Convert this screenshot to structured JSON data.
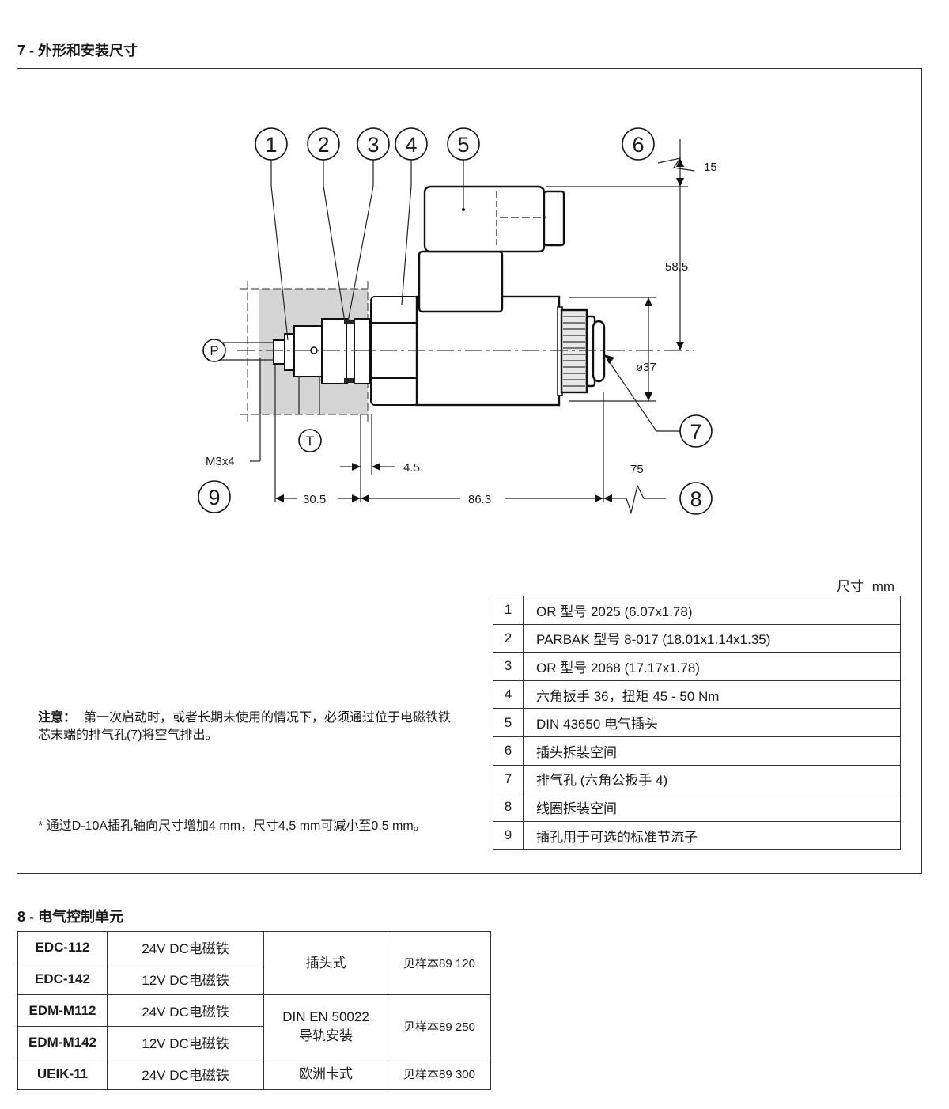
{
  "section7": {
    "title": "7 - 外形和安装尺寸",
    "callouts": [
      "1",
      "2",
      "3",
      "4",
      "5",
      "6",
      "7",
      "8",
      "9"
    ],
    "ports": {
      "p": "P",
      "t": "T"
    },
    "dimensions": {
      "d15": "15",
      "d58_5": "58.5",
      "d37": "ø37",
      "d4_5": "4.5",
      "d75": "75",
      "d30_5": "30.5",
      "d86_3": "86.3",
      "thread": "M3x4"
    },
    "unit": "尺寸 mm",
    "parts": [
      {
        "num": "1",
        "desc": "OR 型号 2025 (6.07x1.78)"
      },
      {
        "num": "2",
        "desc": "PARBAK 型号 8-017 (18.01x1.14x1.35)"
      },
      {
        "num": "3",
        "desc": "OR 型号 2068 (17.17x1.78)"
      },
      {
        "num": "4",
        "desc": "六角扳手 36，扭矩 45 - 50 Nm"
      },
      {
        "num": "5",
        "desc": "DIN 43650 电气插头"
      },
      {
        "num": "6",
        "desc": "插头拆装空间"
      },
      {
        "num": "7",
        "desc": "排气孔 (六角公扳手 4)"
      },
      {
        "num": "8",
        "desc": "线圈拆装空间"
      },
      {
        "num": "9",
        "desc": "插孔用于可选的标准节流子"
      }
    ],
    "note_label": "注意：",
    "note_text": "第一次启动时，或者长期未使用的情况下，必须通过位于电磁铁铁芯末端的排气孔(7)将空气排出。",
    "footnote": "* 通过D-10A插孔轴向尺寸增加4 mm，尺寸4,5 mm可减小至0,5 mm。"
  },
  "section8": {
    "title": "8 - 电气控制单元",
    "rows": [
      {
        "model": "EDC-112",
        "voltage": "24V DC电磁铁"
      },
      {
        "model": "EDC-142",
        "voltage": "12V DC电磁铁"
      },
      {
        "model": "EDM-M112",
        "voltage": "24V DC电磁铁"
      },
      {
        "model": "EDM-M142",
        "voltage": "12V DC电磁铁"
      },
      {
        "model": "UEIK-11",
        "voltage": "24V DC电磁铁"
      }
    ],
    "groups": [
      {
        "mount": "插头式",
        "ref": "见样本89 120"
      },
      {
        "mount_line1": "DIN EN 50022",
        "mount_line2": "导轨安装",
        "ref": "见样本89 250"
      },
      {
        "mount": "欧洲卡式",
        "ref": "见样本89 300"
      }
    ]
  }
}
